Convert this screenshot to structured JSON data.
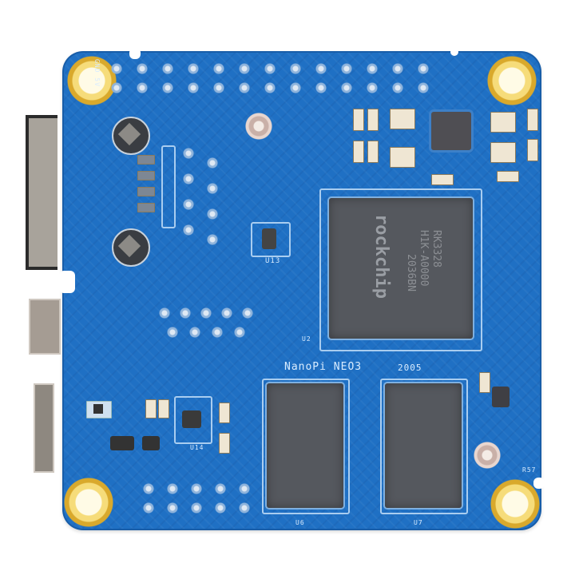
{
  "scene": {
    "subject": "Single-board computer PCB (top view)",
    "board_color": "#1f70c4",
    "background_color": "#ffffff"
  },
  "board": {
    "silkscreen_label": "NanoPi NEO3",
    "silkscreen_year": "2005",
    "soc": {
      "brand_text": "rockchip",
      "lines": [
        "RK3328",
        "H1K-A0000",
        "2036BN"
      ]
    },
    "ref_labels": {
      "u13": "U13",
      "u14": "U14",
      "u2": "U2",
      "u6": "U6",
      "u7": "U7",
      "gpio": "GND  5V",
      "res": "R57"
    }
  }
}
